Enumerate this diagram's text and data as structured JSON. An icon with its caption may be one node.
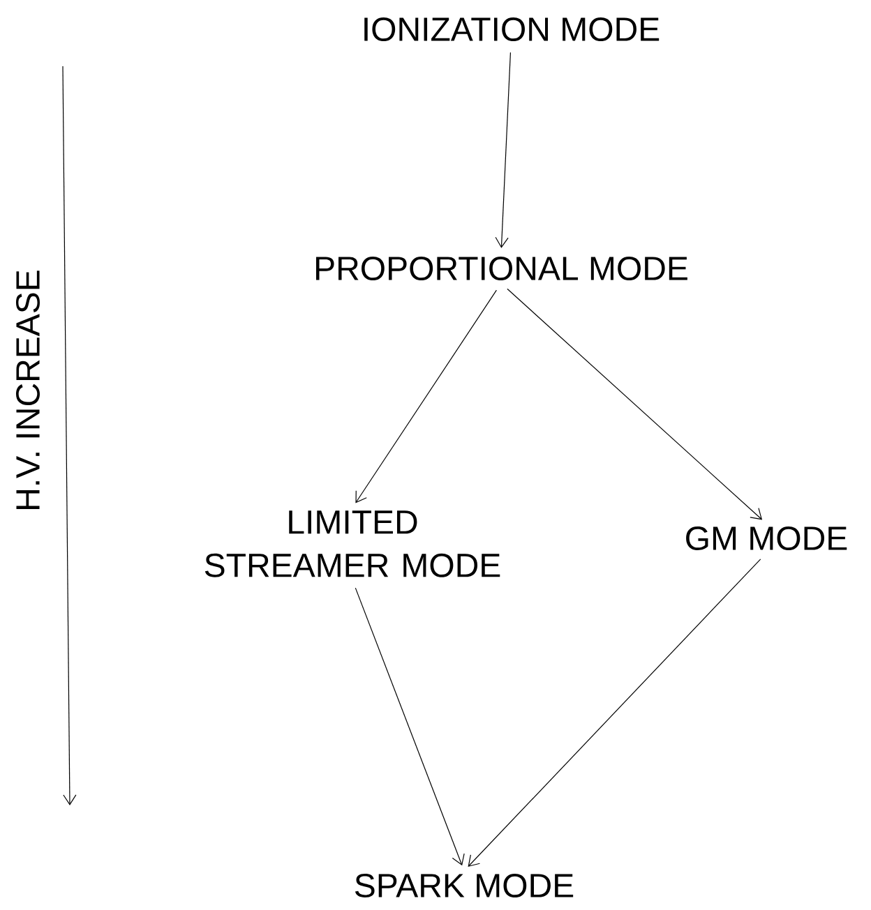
{
  "diagram": {
    "nodes": [
      {
        "text": [
          "IONIZATION MODE"
        ]
      },
      {
        "text": [
          "PROPORTIONAL MODE"
        ]
      },
      {
        "text": [
          "LIMITED STREAMER MODE"
        ]
      },
      {
        "text": [
          "GM MODE"
        ]
      },
      {
        "text": [
          "SPARK MODE"
        ]
      }
    ],
    "edges": [
      {
        "from": 0,
        "to": 1,
        "arrow": "to"
      },
      {
        "from": 1,
        "to": 2,
        "arrow": "to"
      },
      {
        "from": 1,
        "to": 3,
        "arrow": "to"
      },
      {
        "from": 2,
        "to": 4,
        "arrow": "to"
      },
      {
        "from": 3,
        "to": 4,
        "arrow": "to"
      }
    ],
    "labels": [
      "H.V. INCREASE"
    ]
  }
}
